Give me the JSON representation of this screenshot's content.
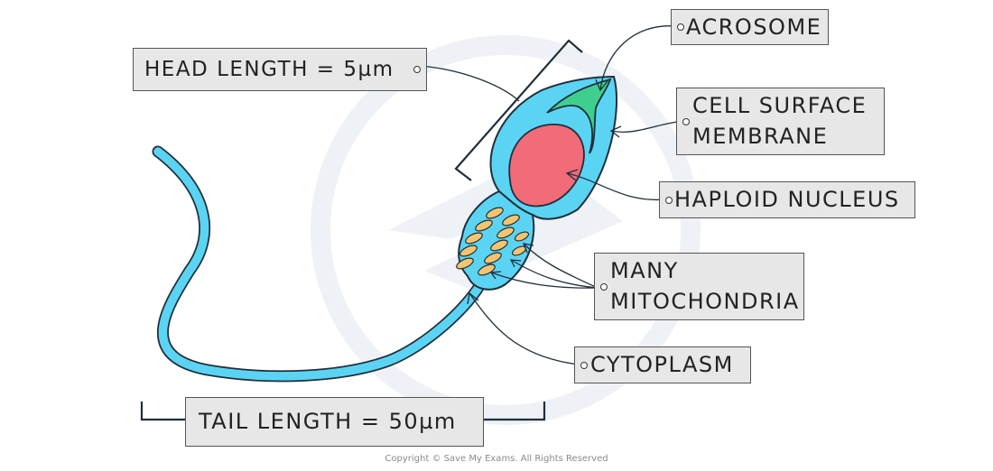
{
  "labels": {
    "head_length": "HEAD LENGTH = 5µm",
    "tail_length": "TAIL LENGTH = 50µm",
    "acrosome": "ACROSOME",
    "cell_surface_membrane_1": "CELL SURFACE",
    "cell_surface_membrane_2": "MEMBRANE",
    "haploid_nucleus": "HAPLOID NUCLEUS",
    "many_mitochondria_1": "MANY",
    "many_mitochondria_2": "MITOCHONDRIA",
    "cytoplasm": "CYTOPLASM"
  },
  "copyright": "Copyright © Save My Exams. All Rights Reserved",
  "colors": {
    "cell_body": "#5bd4f4",
    "outline": "#1f2f3a",
    "acrosome": "#3ecf8e",
    "nucleus": "#f26b78",
    "mitochondria": "#f5c471",
    "label_box": "#e7e7e7",
    "watermark": "#eef2f6"
  },
  "icons": {
    "watermark": "save-my-exams-logo"
  }
}
